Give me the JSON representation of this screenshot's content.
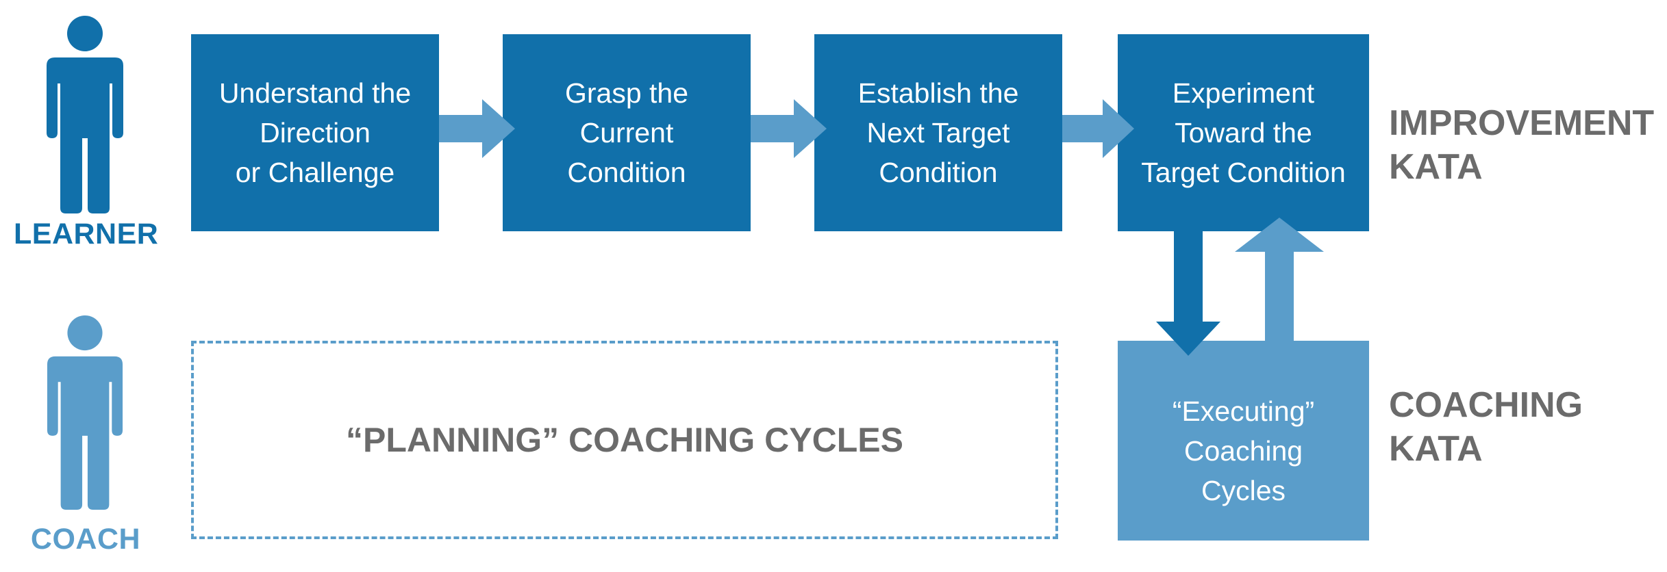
{
  "colors": {
    "primary": "#1170aa",
    "secondary": "#5a9dca",
    "gray_text": "#6b6b6b",
    "background": "#ffffff"
  },
  "roles": {
    "learner": {
      "label": "LEARNER",
      "icon": "person-icon"
    },
    "coach": {
      "label": "COACH",
      "icon": "person-icon"
    }
  },
  "steps": [
    {
      "lines": [
        "Understand the",
        "Direction",
        "or Challenge"
      ]
    },
    {
      "lines": [
        "Grasp the",
        "Current",
        "Condition"
      ]
    },
    {
      "lines": [
        "Establish the",
        "Next Target",
        "Condition"
      ]
    },
    {
      "lines": [
        "Experiment",
        "Toward the",
        "Target Condition"
      ]
    }
  ],
  "improvement_kata": {
    "lines": [
      "IMPROVEMENT",
      "KATA"
    ]
  },
  "coaching_kata": {
    "lines": [
      "COACHING",
      "KATA"
    ]
  },
  "planning_box": {
    "label": "“PLANNING” COACHING CYCLES"
  },
  "executing_box": {
    "lines": [
      "“Executing”",
      "Coaching",
      "Cycles"
    ]
  }
}
